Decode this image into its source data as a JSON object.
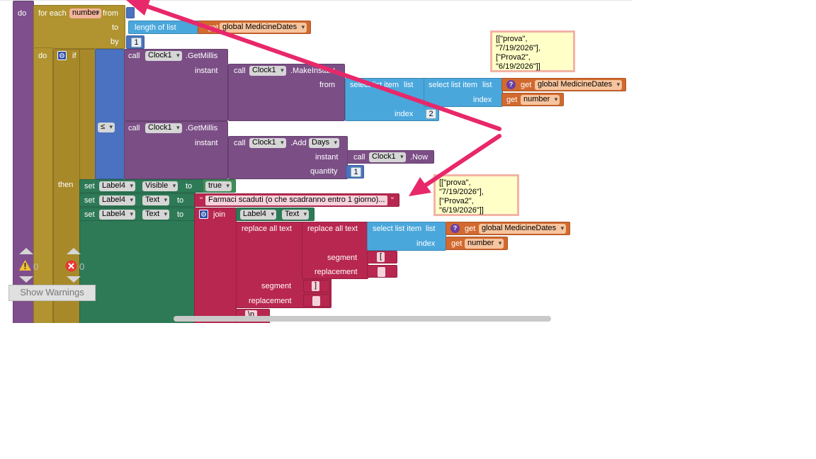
{
  "labels": {
    "do": "do",
    "for_each": "for each",
    "number_var": "number",
    "from": "from",
    "to": "to",
    "length_of_list": "length of list",
    "list": "list",
    "get": "get",
    "global_medicine_dates": "global MedicineDates",
    "by": "by",
    "by_value": "1",
    "if": "if",
    "call": "call",
    "clock1": "Clock1",
    "get_millis": ".GetMillis",
    "instant": "instant",
    "make_instant": ".MakeInstant",
    "select_list_item": "select list item",
    "index": "index",
    "index_2": "2",
    "le_op": "≤",
    "add_days": ".Add",
    "days": "Days",
    "now": ".Now",
    "quantity": "quantity",
    "quantity_value": "1",
    "then": "then",
    "set": "set",
    "label4": "Label4",
    "visible": "Visible",
    "text_prop": "Text",
    "true_val": "true",
    "message": "Farmaci scaduti (o che scadranno entro 1 giorno)...",
    "join": "join",
    "replace_all_text": "replace all text",
    "segment": "segment",
    "replacement": "replacement",
    "seg_open": "[",
    "seg_close": "]",
    "newline": "\\n",
    "empty_str": "",
    "quote": "\""
  },
  "bubbles": {
    "top": "[[\"prova\",\n\"7/19/2026\"],\n[\"Prova2\",\n\"6/19/2026\"]]",
    "middle": "[[\"prova\",\n\"7/19/2026\"],\n[\"Prova2\",\n\"6/19/2026\"]]"
  },
  "warnings": {
    "warning_count": "0",
    "error_count": "0",
    "show_warnings_label": "Show Warnings"
  },
  "colors": {
    "arrow": "#e8286b",
    "procedure": "#7e4f8c",
    "control": "#b1932f",
    "math": "#4a72c0",
    "clock": "#7b4f86",
    "list": "#4aa7dc",
    "variable": "#d2692f",
    "component_set": "#2e7a57",
    "text": "#b8274f"
  }
}
